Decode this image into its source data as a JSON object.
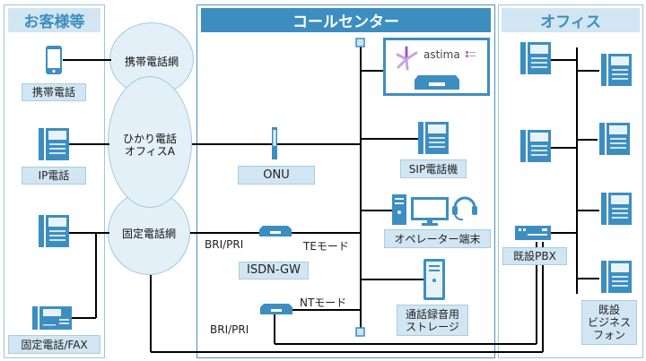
{
  "sections": {
    "customers": {
      "title": "お客様等"
    },
    "callcenter": {
      "title": "コールセンター"
    },
    "office": {
      "title": "オフィス"
    }
  },
  "customers": {
    "mobile_label": "携帯電話",
    "ip_phone_label": "IP電話",
    "fixed_fax_label": "固定電話/FAX"
  },
  "networks": {
    "mobile_network": "携帯電話網",
    "hikari_line1": "ひかり電話",
    "hikari_line2": "オフィスA",
    "fixed_network": "固定電話網"
  },
  "callcenter": {
    "astima_logo_text": "astima",
    "onu_label": "ONU",
    "sip_phone_label": "SIP電話機",
    "operator_terminal_label": "オペレーター端末",
    "isdn_gw_label": "ISDN-GW",
    "bri_pri_top": "BRI/PRI",
    "te_mode": "TEモード",
    "nt_mode": "NTモード",
    "bri_pri_bottom": "BRI/PRI",
    "storage_line1": "通話録音用",
    "storage_line2": "ストレージ"
  },
  "office": {
    "pbx_label": "既設PBX",
    "business_phone_line1": "既設",
    "business_phone_line2": "ビジネス",
    "business_phone_line3": "フォン"
  },
  "colors": {
    "accent": "#3d8ec0",
    "label_bg": "#d1e6f2",
    "bubble_bg": "#e3f0f8",
    "astima_purple": "#9b59c9"
  }
}
